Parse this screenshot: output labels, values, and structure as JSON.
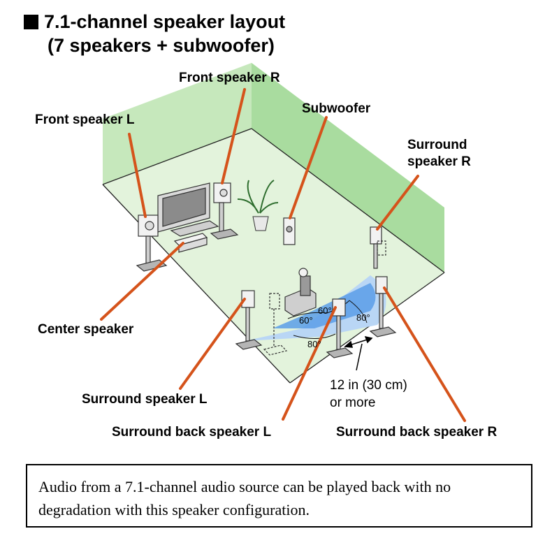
{
  "title": {
    "line1": "7.1-channel speaker layout",
    "line2": "(7 speakers + subwoofer)"
  },
  "labels": {
    "front_r": "Front speaker R",
    "front_l": "Front speaker L",
    "subwoofer": "Subwoofer",
    "surround_r_line1": "Surround",
    "surround_r_line2": "speaker R",
    "center": "Center speaker",
    "surround_l": "Surround speaker L",
    "surround_back_l": "Surround back speaker L",
    "surround_back_r": "Surround back speaker R"
  },
  "distance": {
    "line1": "12 in (30 cm)",
    "line2": "or more"
  },
  "angles": {
    "a1": "60°",
    "a2": "60°",
    "a3": "80°",
    "a4": "80°"
  },
  "note": "Audio from a 7.1-channel audio source can be played back with no degradation with this speaker configuration.",
  "colors": {
    "room_wall": "#bfe4b4",
    "room_floor": "#e3f3dc",
    "leader_line": "#d5531b",
    "zone_light": "#b9d6f5",
    "zone_dark": "#5b9ee8"
  }
}
